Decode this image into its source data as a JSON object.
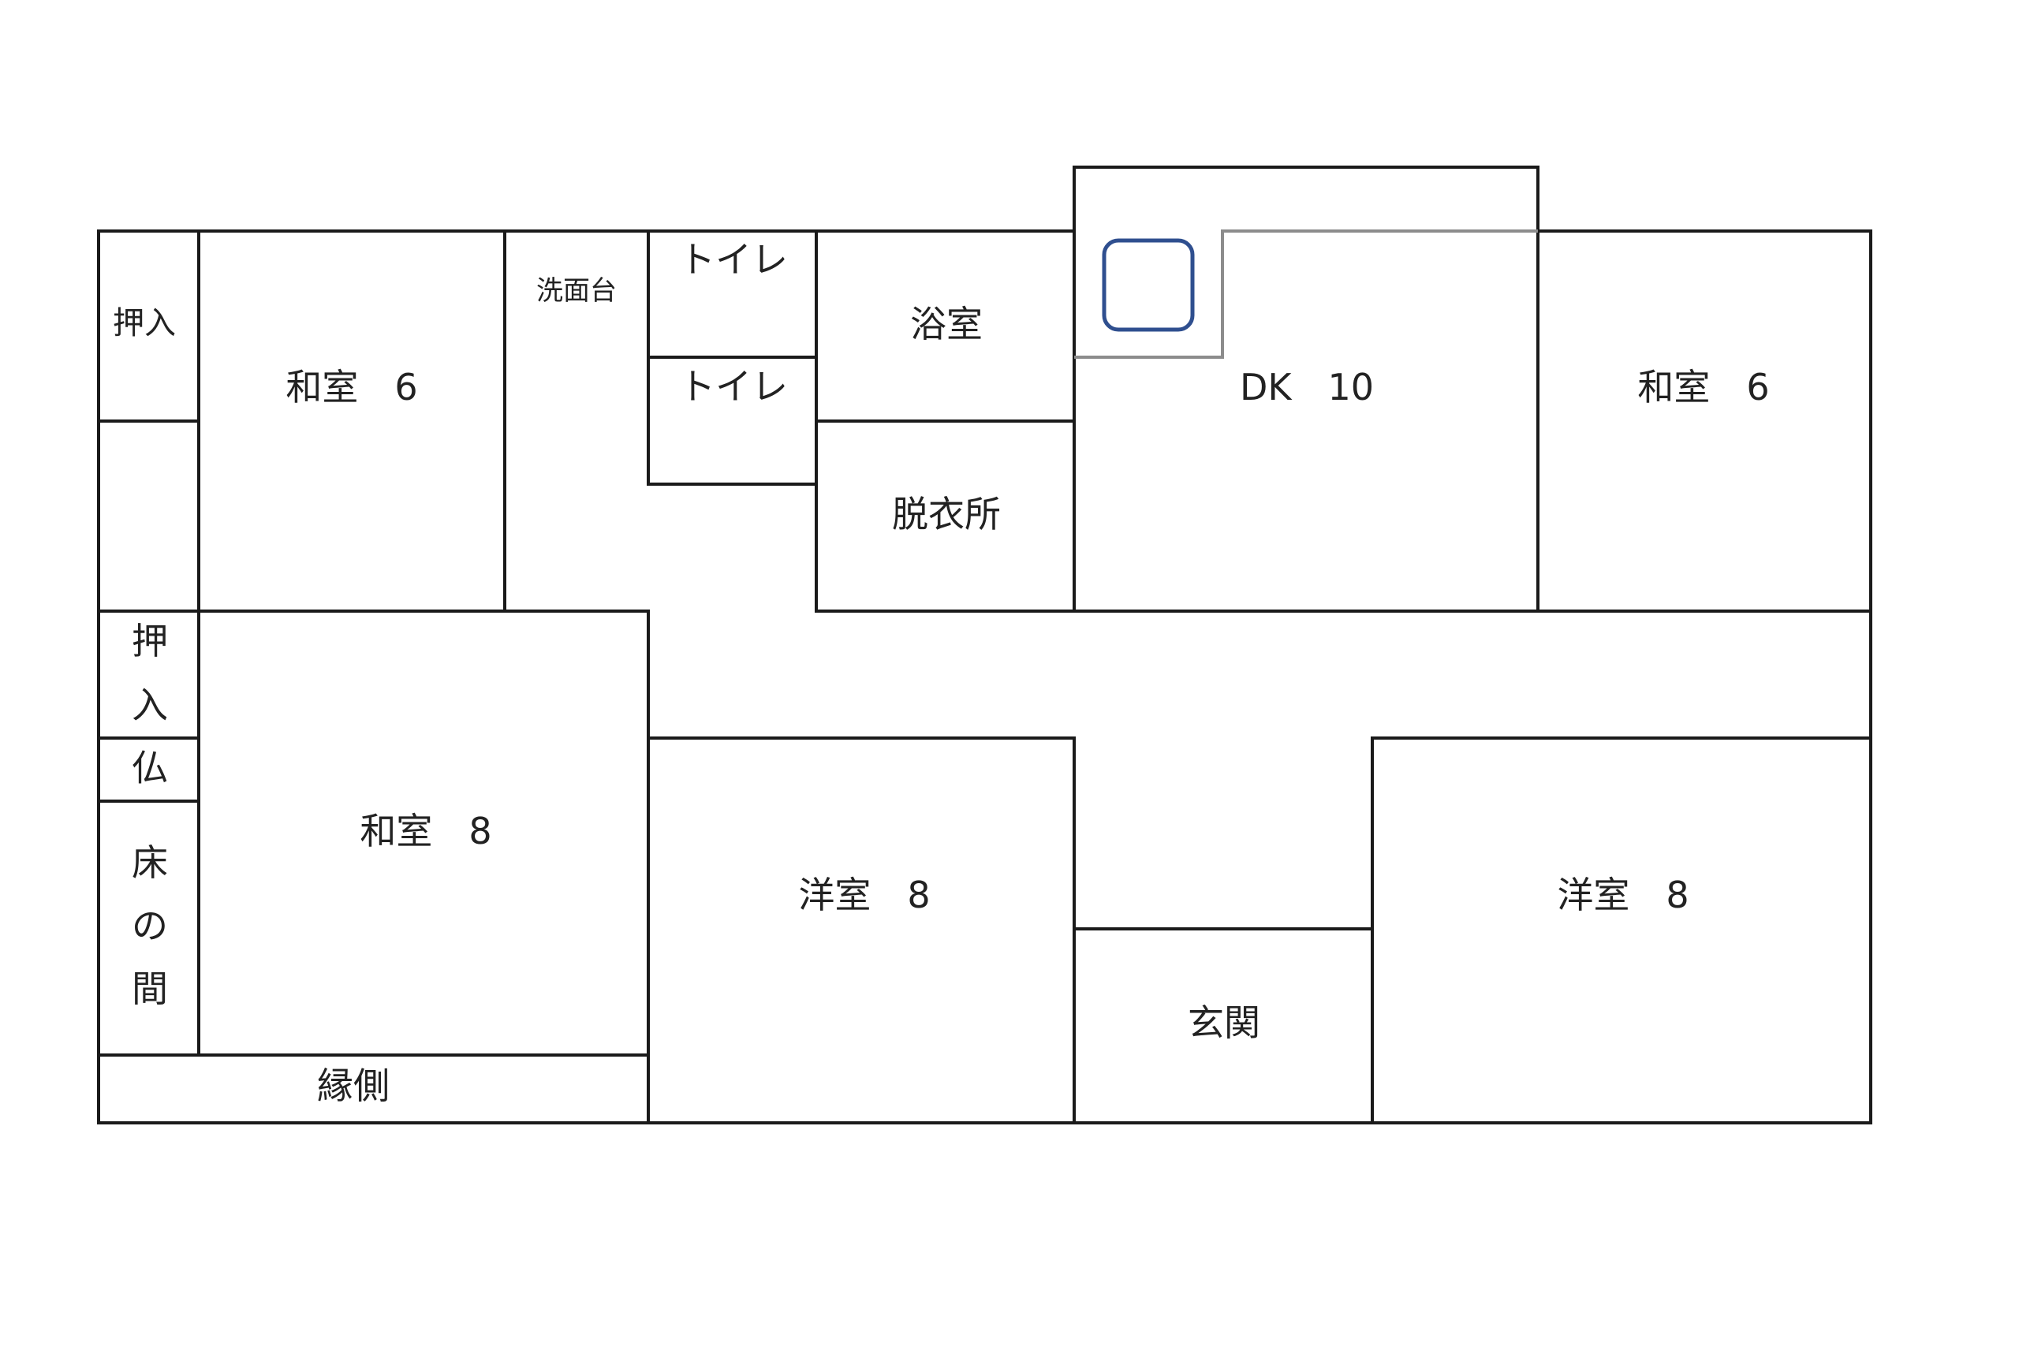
{
  "rooms": {
    "oshiire_top": "押入",
    "washitsu_nw": "和室　6",
    "senmendai": "洗面台",
    "toilet_1": "トイレ",
    "toilet_2": "トイレ",
    "yokushitsu": "浴室",
    "datsuijo": "脱衣所",
    "dk": "DK　10",
    "washitsu_ne": "和室　6",
    "oshiire_side": [
      "押",
      "入"
    ],
    "butsudan": "仏",
    "tokonoma": [
      "床",
      "の",
      "間"
    ],
    "washitsu_8": "和室　8",
    "engawa": "縁側",
    "youshitsu_center": "洋室　8",
    "genkan": "玄関",
    "youshitsu_east": "洋室　8"
  },
  "colors": {
    "wall": "#1a1a1a",
    "partition": "#8c8c8c",
    "sink_outline": "#2f4f8f"
  }
}
